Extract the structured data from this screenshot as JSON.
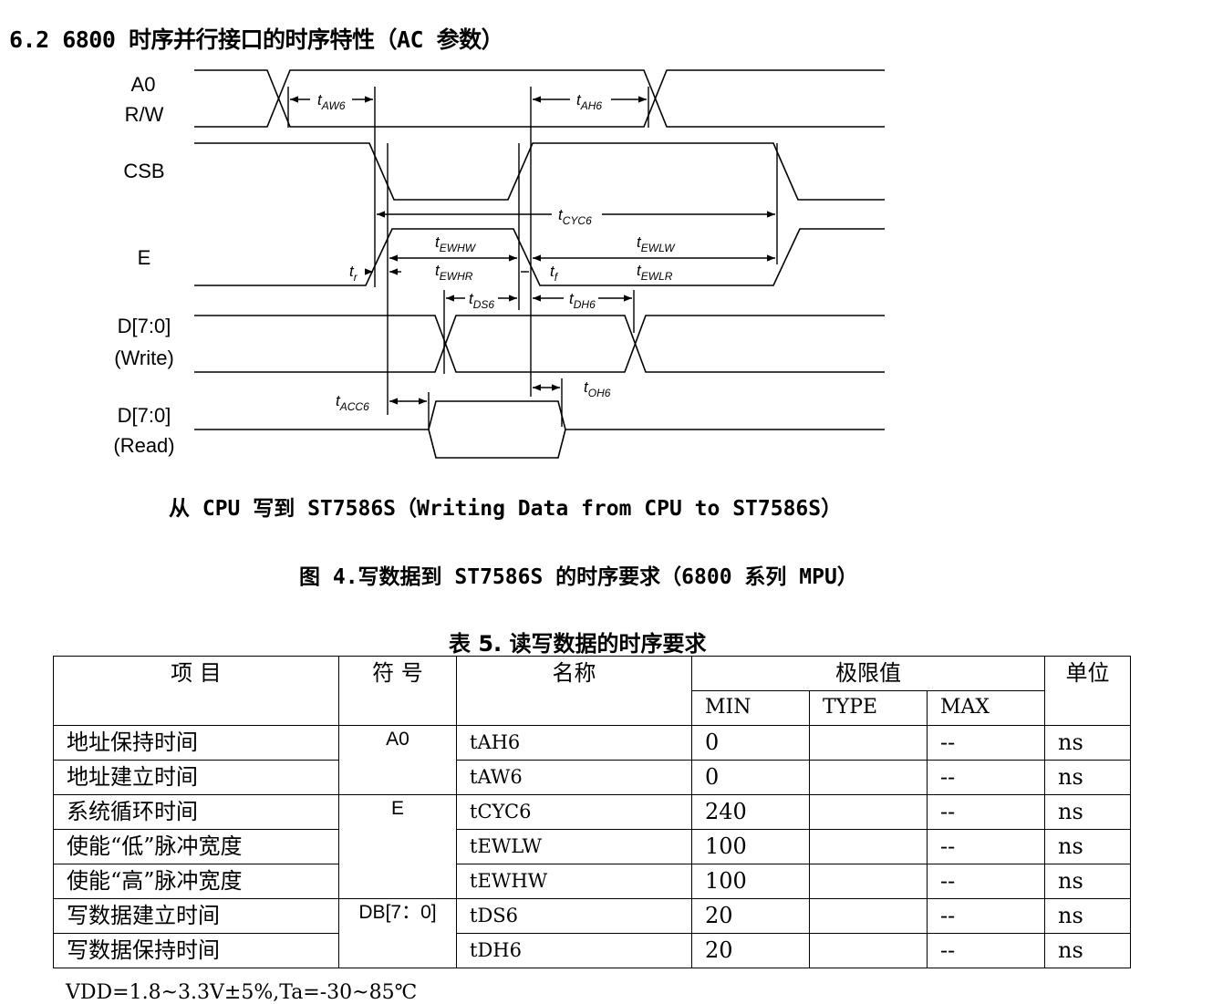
{
  "section_title": "6.2 6800 时序并行接口的时序特性（AC 参数）",
  "diagram": {
    "signals": {
      "a0": "A0",
      "rw": "R/W",
      "csb": "CSB",
      "e": "E",
      "d_write_1": "D[7:0]",
      "d_write_2": "(Write)",
      "d_read_1": "D[7:0]",
      "d_read_2": "(Read)"
    },
    "params": {
      "taw6": {
        "base": "t",
        "sub": "AW6"
      },
      "tah6": {
        "base": "t",
        "sub": "AH6"
      },
      "tcyc6": {
        "base": "t",
        "sub": "CYC6"
      },
      "tewhw": {
        "base": "t",
        "sub": "EWHW"
      },
      "tewhr": {
        "base": "t",
        "sub": "EWHR"
      },
      "tewlw": {
        "base": "t",
        "sub": "EWLW"
      },
      "tewlr": {
        "base": "t",
        "sub": "EWLR"
      },
      "tr": {
        "base": "t",
        "sub": "r"
      },
      "tf": {
        "base": "t",
        "sub": "f"
      },
      "tds6": {
        "base": "t",
        "sub": "DS6"
      },
      "tdh6": {
        "base": "t",
        "sub": "DH6"
      },
      "tacc6": {
        "base": "t",
        "sub": "ACC6"
      },
      "toh6": {
        "base": "t",
        "sub": "OH6"
      }
    }
  },
  "caption1": "从 CPU 写到 ST7586S（Writing Data from CPU to ST7586S）",
  "caption2": "图 4.写数据到 ST7586S 的时序要求（6800 系列 MPU）",
  "table_title": "表 5.  读写数据的时序要求",
  "table": {
    "headers": {
      "item": "项 目",
      "symbol": "符 号",
      "name": "名称",
      "limit": "极限值",
      "unit": "单位",
      "min": "MIN",
      "type": "TYPE",
      "max": "MAX"
    },
    "groups": [
      {
        "symbol": "A0",
        "rows": [
          {
            "item": "地址保持时间",
            "name": "tAH6",
            "min": "0",
            "type": "",
            "max": "--",
            "unit": "ns"
          },
          {
            "item": "地址建立时间",
            "name": "tAW6",
            "min": "0",
            "type": "",
            "max": "--",
            "unit": "ns"
          }
        ]
      },
      {
        "symbol": "E",
        "rows": [
          {
            "item": "系统循环时间",
            "name": "tCYC6",
            "min": "240",
            "type": "",
            "max": "--",
            "unit": "ns"
          },
          {
            "item": "使能“低”脉冲宽度",
            "name": "tEWLW",
            "min": "100",
            "type": "",
            "max": "--",
            "unit": "ns"
          },
          {
            "item": "使能“高”脉冲宽度",
            "name": "tEWHW",
            "min": "100",
            "type": "",
            "max": "--",
            "unit": "ns"
          }
        ]
      },
      {
        "symbol": "DB[7：0]",
        "rows": [
          {
            "item": "写数据建立时间",
            "name": "tDS6",
            "min": "20",
            "type": "",
            "max": "--",
            "unit": "ns"
          },
          {
            "item": "写数据保持时间",
            "name": "tDH6",
            "min": "20",
            "type": "",
            "max": "--",
            "unit": "ns"
          }
        ]
      }
    ]
  },
  "footnote": "VDD=1.8~3.3V±5%,Ta=-30~85℃"
}
